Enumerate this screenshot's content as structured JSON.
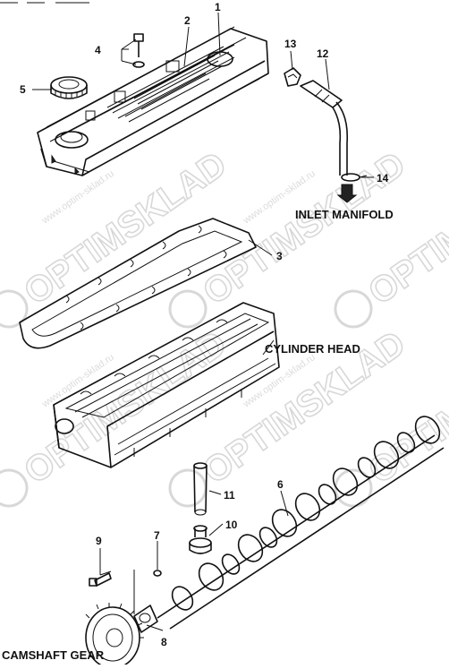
{
  "watermark": {
    "brand": "OPTIMSKLAD",
    "url": "www.optim-sklad.ru"
  },
  "callouts": [
    "1",
    "2",
    "3",
    "4",
    "5",
    "6",
    "7",
    "8",
    "9",
    "10",
    "11",
    "12",
    "13",
    "14"
  ],
  "labels": {
    "inlet_manifold": "INLET MANIFOLD",
    "cylinder_head": "CYLINDER HEAD",
    "camshaft_gear": "CAMSHAFT GEAR"
  },
  "colors": {
    "line": "#111111",
    "watermark": "#d8d8d8",
    "background": "#ffffff"
  }
}
